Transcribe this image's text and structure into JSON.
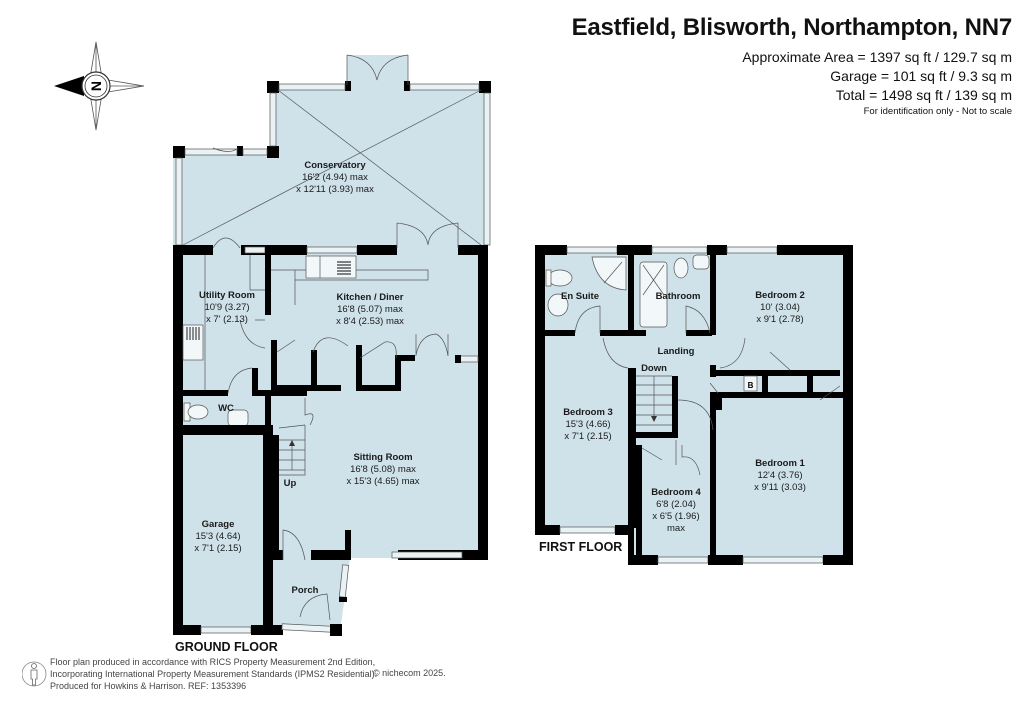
{
  "header": {
    "title": "Eastfield, Blisworth, Northampton, NN7",
    "areas": [
      "Approximate Area = 1397 sq ft / 129.7 sq m",
      "Garage = 101 sq ft / 9.3 sq m",
      "Total = 1498 sq ft / 139 sq m"
    ],
    "note": "For identification only - Not to scale"
  },
  "compass": {
    "letter": "N",
    "icon": "compass-rose-icon"
  },
  "colors": {
    "room_fill": "#cfe2ea",
    "wall": "#000000",
    "window": "#e9f2f5"
  },
  "ground_floor": {
    "label": "GROUND FLOOR",
    "rooms": [
      {
        "name": "Conservatory",
        "dim1": "16'2 (4.94) max",
        "dim2": "x 12'11 (3.93) max"
      },
      {
        "name": "Utility Room",
        "dim1": "10'9 (3.27)",
        "dim2": "x 7' (2.13)"
      },
      {
        "name": "Kitchen / Diner",
        "dim1": "16'8 (5.07) max",
        "dim2": "x 8'4 (2.53) max"
      },
      {
        "name": "WC"
      },
      {
        "name": "Sitting Room",
        "dim1": "16'8 (5.08) max",
        "dim2": "x 15'3 (4.65) max"
      },
      {
        "name": "Garage",
        "dim1": "15'3 (4.64)",
        "dim2": "x 7'1 (2.15)"
      },
      {
        "name": "Porch"
      }
    ],
    "stairs_label": "Up"
  },
  "first_floor": {
    "label": "FIRST FLOOR",
    "rooms": [
      {
        "name": "En Suite"
      },
      {
        "name": "Bathroom"
      },
      {
        "name": "Bedroom 2",
        "dim1": "10' (3.04)",
        "dim2": "x 9'1 (2.78)"
      },
      {
        "name": "Landing"
      },
      {
        "name": "Bedroom 3",
        "dim1": "15'3 (4.66)",
        "dim2": "x 7'1 (2.15)"
      },
      {
        "name": "Bedroom 4",
        "dim1": "6'8 (2.04)",
        "dim2": "x 6'5 (1.96)",
        "dim3": "max"
      },
      {
        "name": "Bedroom 1",
        "dim1": "12'4 (3.76)",
        "dim2": "x 9'11 (3.03)"
      }
    ],
    "stairs_label": "Down",
    "boiler_label": "B"
  },
  "footer": {
    "lines": [
      "Floor plan produced in accordance with RICS Property Measurement 2nd Edition,",
      "Incorporating International Property Measurement Standards (IPMS2 Residential).",
      "Produced for Howkins & Harrison.   REF: 1353396"
    ],
    "copyright": "© nichecom 2025."
  }
}
